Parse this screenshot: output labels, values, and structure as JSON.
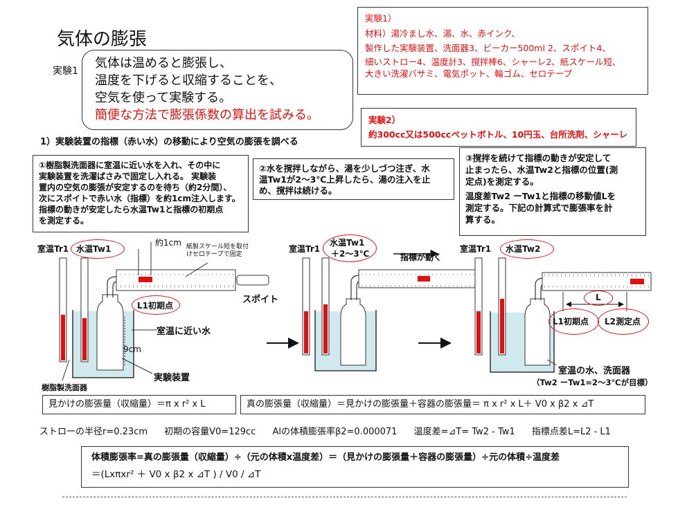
{
  "title": "気体の膨張",
  "experiment1_label": "実験1",
  "intro": {
    "line1": "気体は温めると膨張し、",
    "line2": "温度を下げると収縮することを、",
    "line3": "空気を使って実験する。",
    "line4": "簡便な方法で膨張係数の算出を試みる。"
  },
  "materials": {
    "heading": "実験1）",
    "lines": [
      "材料）湯冷まし水、湯、水、赤インク、",
      "製作した実験装置、洗面器3、ビーカー500ml 2、スポイト4、",
      "細いストロー4、温度計3、撹拌棒6、シャーレ2、紙スケール短、",
      "大きい洗濯バサミ、電気ポット、輪ゴム、セロテープ"
    ]
  },
  "experiment2": {
    "heading": "実験2）",
    "text": "約300cc又は500ccペットボトル、10円玉、台所洗剤、シャーレ"
  },
  "section1": "1）実験装置の指標（赤い水）の移動により空気の膨張を調べる",
  "step1": {
    "line1": "①樹脂製洗面器に室温に近い水を入れ、その中に",
    "line2": "実験装置を洗濯ばさみで固定し入れる。 実験装",
    "line3": "置内の空気の膨張が安定するのを待ち（約2分間）、",
    "line4": "次にスポイトで赤い水（指標）を約1cm注入します。",
    "line5": "指標の動きが安定したら水温Tw1と指標の初期点",
    "line6": "を測定する。"
  },
  "step2": {
    "line1": "②水を撹拌しながら、湯を少しづつ注ぎ、水",
    "line2": "温Tw1が2～3℃上昇したら、湯の注入を止",
    "line3": "め、撹拌は続ける。"
  },
  "step3": {
    "p1a": "③撹拌を続けて指標の動きが安定して",
    "p1b": "止まったら、水温Tw2と指標の位置(測",
    "p1c": "定点)を測定する。",
    "p2a": "温度差Tw2 ーTw1と指標の移動値Lを",
    "p2b": "測定する。下記の計算式で膨張率を計",
    "p2c": "算する。"
  },
  "diagram": {
    "room_temp_tr1": "室温Tr1",
    "water_tw1": "水温Tw1",
    "about_1cm": "約1cm",
    "scale_note_1": "紙製スケール短を取付",
    "scale_note_2": "けセロテープで固定",
    "dropper": "スポイト",
    "l1_initial": "L1初期点",
    "near_room_water": "室温に近い水",
    "height_9cm": "9cm",
    "apparatus": "実験装置",
    "resin_basin": "樹脂製洗面器",
    "water_tw1_rise_a": "水温Tw1",
    "water_tw1_rise_b": "＋2～3℃",
    "indicator_moves": "指標が動く",
    "water_tw2": "水温Tw2",
    "l_label": "L",
    "l2_measure": "L2測定点",
    "room_water_basin": "室温の水、洗面器",
    "target_note": "（Tw2 ーTw1=2～3℃が目標）",
    "colors": {
      "red": "#e01010",
      "water": "#cfe9ef",
      "thermo_red": "#e01010"
    }
  },
  "formula_apparent": "見かけの膨張量（収縮量）＝π x r² x L",
  "formula_true": "真の膨張量（収縮量）＝見かけの膨張量＋容器の膨張量＝ π x r² x L＋ V0 x β2 x ⊿T",
  "params": {
    "radius": "ストローの半径r=0.23cm",
    "volume": "初期の容量V0=129cc",
    "al_coeff": "Alの体積膨張率β2=0.000071",
    "temp_diff": "温度差=⊿T= Tw2 - Tw1",
    "point_diff": "指標点差L=L2 - L1"
  },
  "formula_rate_1": "体積膨張率=真の膨張量（収縮量）÷（元の体積x温度差）＝（見かけの膨張量＋容器の膨張量）÷元の体積÷温度差",
  "formula_rate_2": "＝(Lxπxr² ＋ V0 x β2 x ⊿T ) / V0 / ⊿T"
}
